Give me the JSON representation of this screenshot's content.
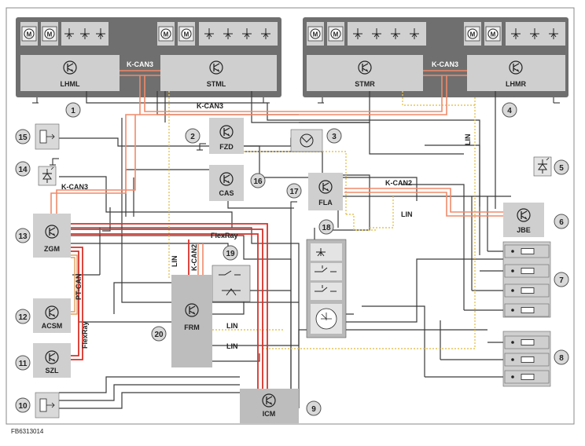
{
  "diagram": {
    "caption": "FB6313014",
    "colors": {
      "k_can": "#f08a6a",
      "flexray": "#d8322a",
      "lin": "#e6c35a",
      "pt_can": "#e0a060",
      "wire": "#3a3a3a",
      "box_light": "#cfcfcf",
      "box_mid": "#bdbdbd",
      "panel_dark": "#6f6f6f",
      "callout_fill": "#d9d9d9"
    },
    "modules": {
      "lhml": "LHML",
      "stml": "STML",
      "stmr": "STMR",
      "lhmr": "LHMR",
      "fzd": "FZD",
      "cas": "CAS",
      "fla": "FLA",
      "jbe": "JBE",
      "zgm": "ZGM",
      "acsm": "ACSM",
      "szl": "SZL",
      "frm": "FRM",
      "icm": "ICM"
    },
    "bus_labels": {
      "kcan3_left": "K-CAN3",
      "kcan3_right": "K-CAN3",
      "kcan3_center": "K-CAN3",
      "kcan3_zgm": "K-CAN3",
      "kcan2_fla": "K-CAN2",
      "kcan2_frm": "K-CAN2",
      "lin_right": "LIN",
      "lin_fla": "LIN",
      "lin_frm_vertical": "LIN",
      "lin_frm_1": "LIN",
      "lin_frm_2": "LIN",
      "flexray_top": "FlexRay",
      "flexray_szl": "FlexRay",
      "ptcan": "PT-CAN"
    },
    "callouts": [
      "1",
      "2",
      "3",
      "4",
      "5",
      "6",
      "7",
      "8",
      "9",
      "10",
      "11",
      "12",
      "13",
      "14",
      "15",
      "16",
      "17",
      "18",
      "19",
      "20"
    ],
    "motor_symbol": "M"
  }
}
